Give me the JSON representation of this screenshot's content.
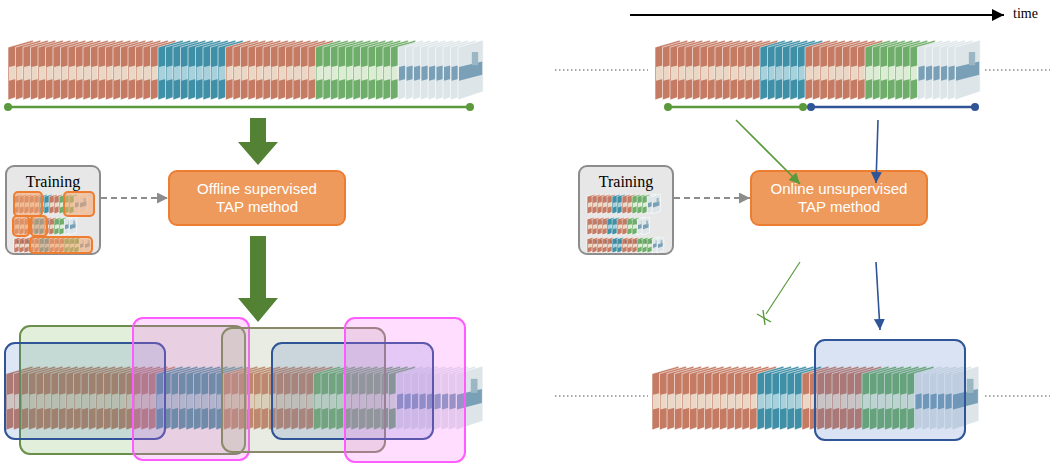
{
  "diagram": {
    "nodes": [
      {
        "text": [
          "Training"
        ]
      },
      {
        "text": [
          "Offline supervised TAP method"
        ]
      },
      {
        "text": [
          "Training"
        ]
      },
      {
        "text": [
          "Online unsupervised TAP method"
        ]
      }
    ],
    "edges": [
      {
        "from": 0,
        "to": 1,
        "arrow": "to"
      },
      {
        "from": 2,
        "to": 3,
        "arrow": "to"
      }
    ],
    "labels": [
      "time"
    ]
  }
}
